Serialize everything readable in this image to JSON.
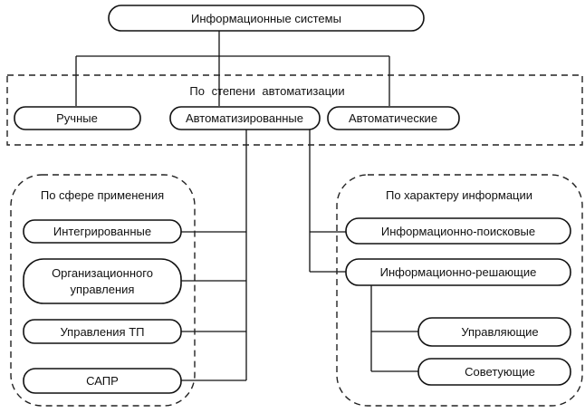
{
  "diagram": {
    "root": {
      "label": "Информационные системы"
    },
    "automation_group": {
      "title": "По степени автоматизации",
      "nodes": [
        {
          "label": "Ручные"
        },
        {
          "label": "Автоматизированные"
        },
        {
          "label": "Автоматические"
        }
      ]
    },
    "application_group": {
      "title": "По сфере применения",
      "nodes": [
        {
          "label": "Интегрированные"
        },
        {
          "label_line1": "Организационного",
          "label_line2": "управления"
        },
        {
          "label": "Управления ТП"
        },
        {
          "label": "САПР"
        }
      ]
    },
    "information_group": {
      "title": "По характеру информации",
      "nodes": [
        {
          "label": "Информационно-поисковые"
        },
        {
          "label": "Информационно-решающие"
        }
      ],
      "subnodes": [
        {
          "label": "Управляющие"
        },
        {
          "label": "Советующие"
        }
      ]
    }
  }
}
